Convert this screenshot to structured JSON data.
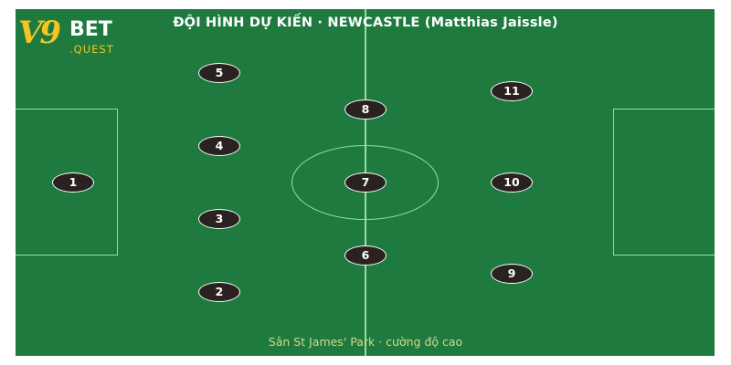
{
  "header": {
    "title": "ĐỘI HÌNH DỰ KIẾN · NEWCASTLE (Matthias Jaissle)"
  },
  "footer": {
    "subtitle": "Sân St James' Park · cường độ cao"
  },
  "logo": {
    "primary": "V9",
    "secondary": "BET",
    "tertiary": ".QUEST"
  },
  "players": [
    {
      "number": "1"
    },
    {
      "number": "2"
    },
    {
      "number": "3"
    },
    {
      "number": "4"
    },
    {
      "number": "5"
    },
    {
      "number": "6"
    },
    {
      "number": "7"
    },
    {
      "number": "8"
    },
    {
      "number": "9"
    },
    {
      "number": "10"
    },
    {
      "number": "11"
    }
  ],
  "colors": {
    "pitch": "#1e7a3e",
    "lines": "#9bdca6",
    "player_fill": "#2a2221",
    "logo_gold": "#f3c623"
  }
}
